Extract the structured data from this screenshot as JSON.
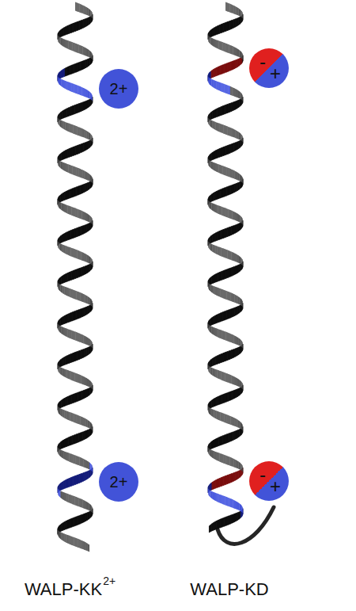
{
  "diagram": {
    "nodes": [
      {
        "text": [
          "2+"
        ]
      },
      {
        "text": [
          "-",
          "+"
        ]
      },
      {
        "text": [
          "2+"
        ]
      },
      {
        "text": [
          "-",
          "+"
        ]
      }
    ],
    "labels": [
      "WALP-KK",
      "2+",
      "WALP-KD"
    ]
  }
}
